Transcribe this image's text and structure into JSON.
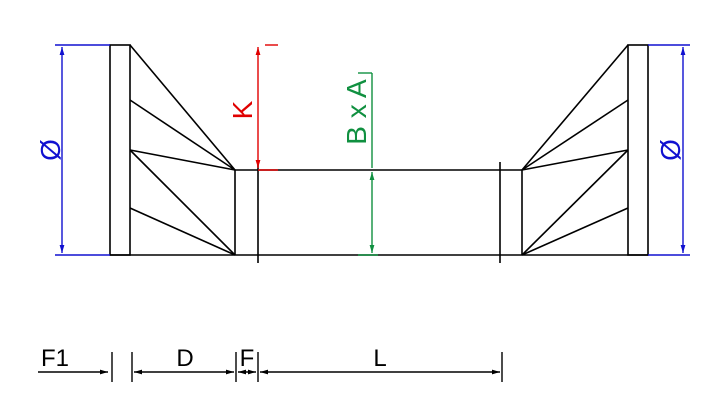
{
  "labels": {
    "diameter_left": "Ø",
    "diameter_right": "Ø",
    "k": "K",
    "bxa": "B x A",
    "f1": "F1",
    "d": "D",
    "f": "F",
    "l": "L"
  },
  "colors": {
    "outline": "#000000",
    "diameter": "#1010d0",
    "k_dimension": "#e00000",
    "bxa_dimension": "#109040",
    "background": "#ffffff"
  }
}
